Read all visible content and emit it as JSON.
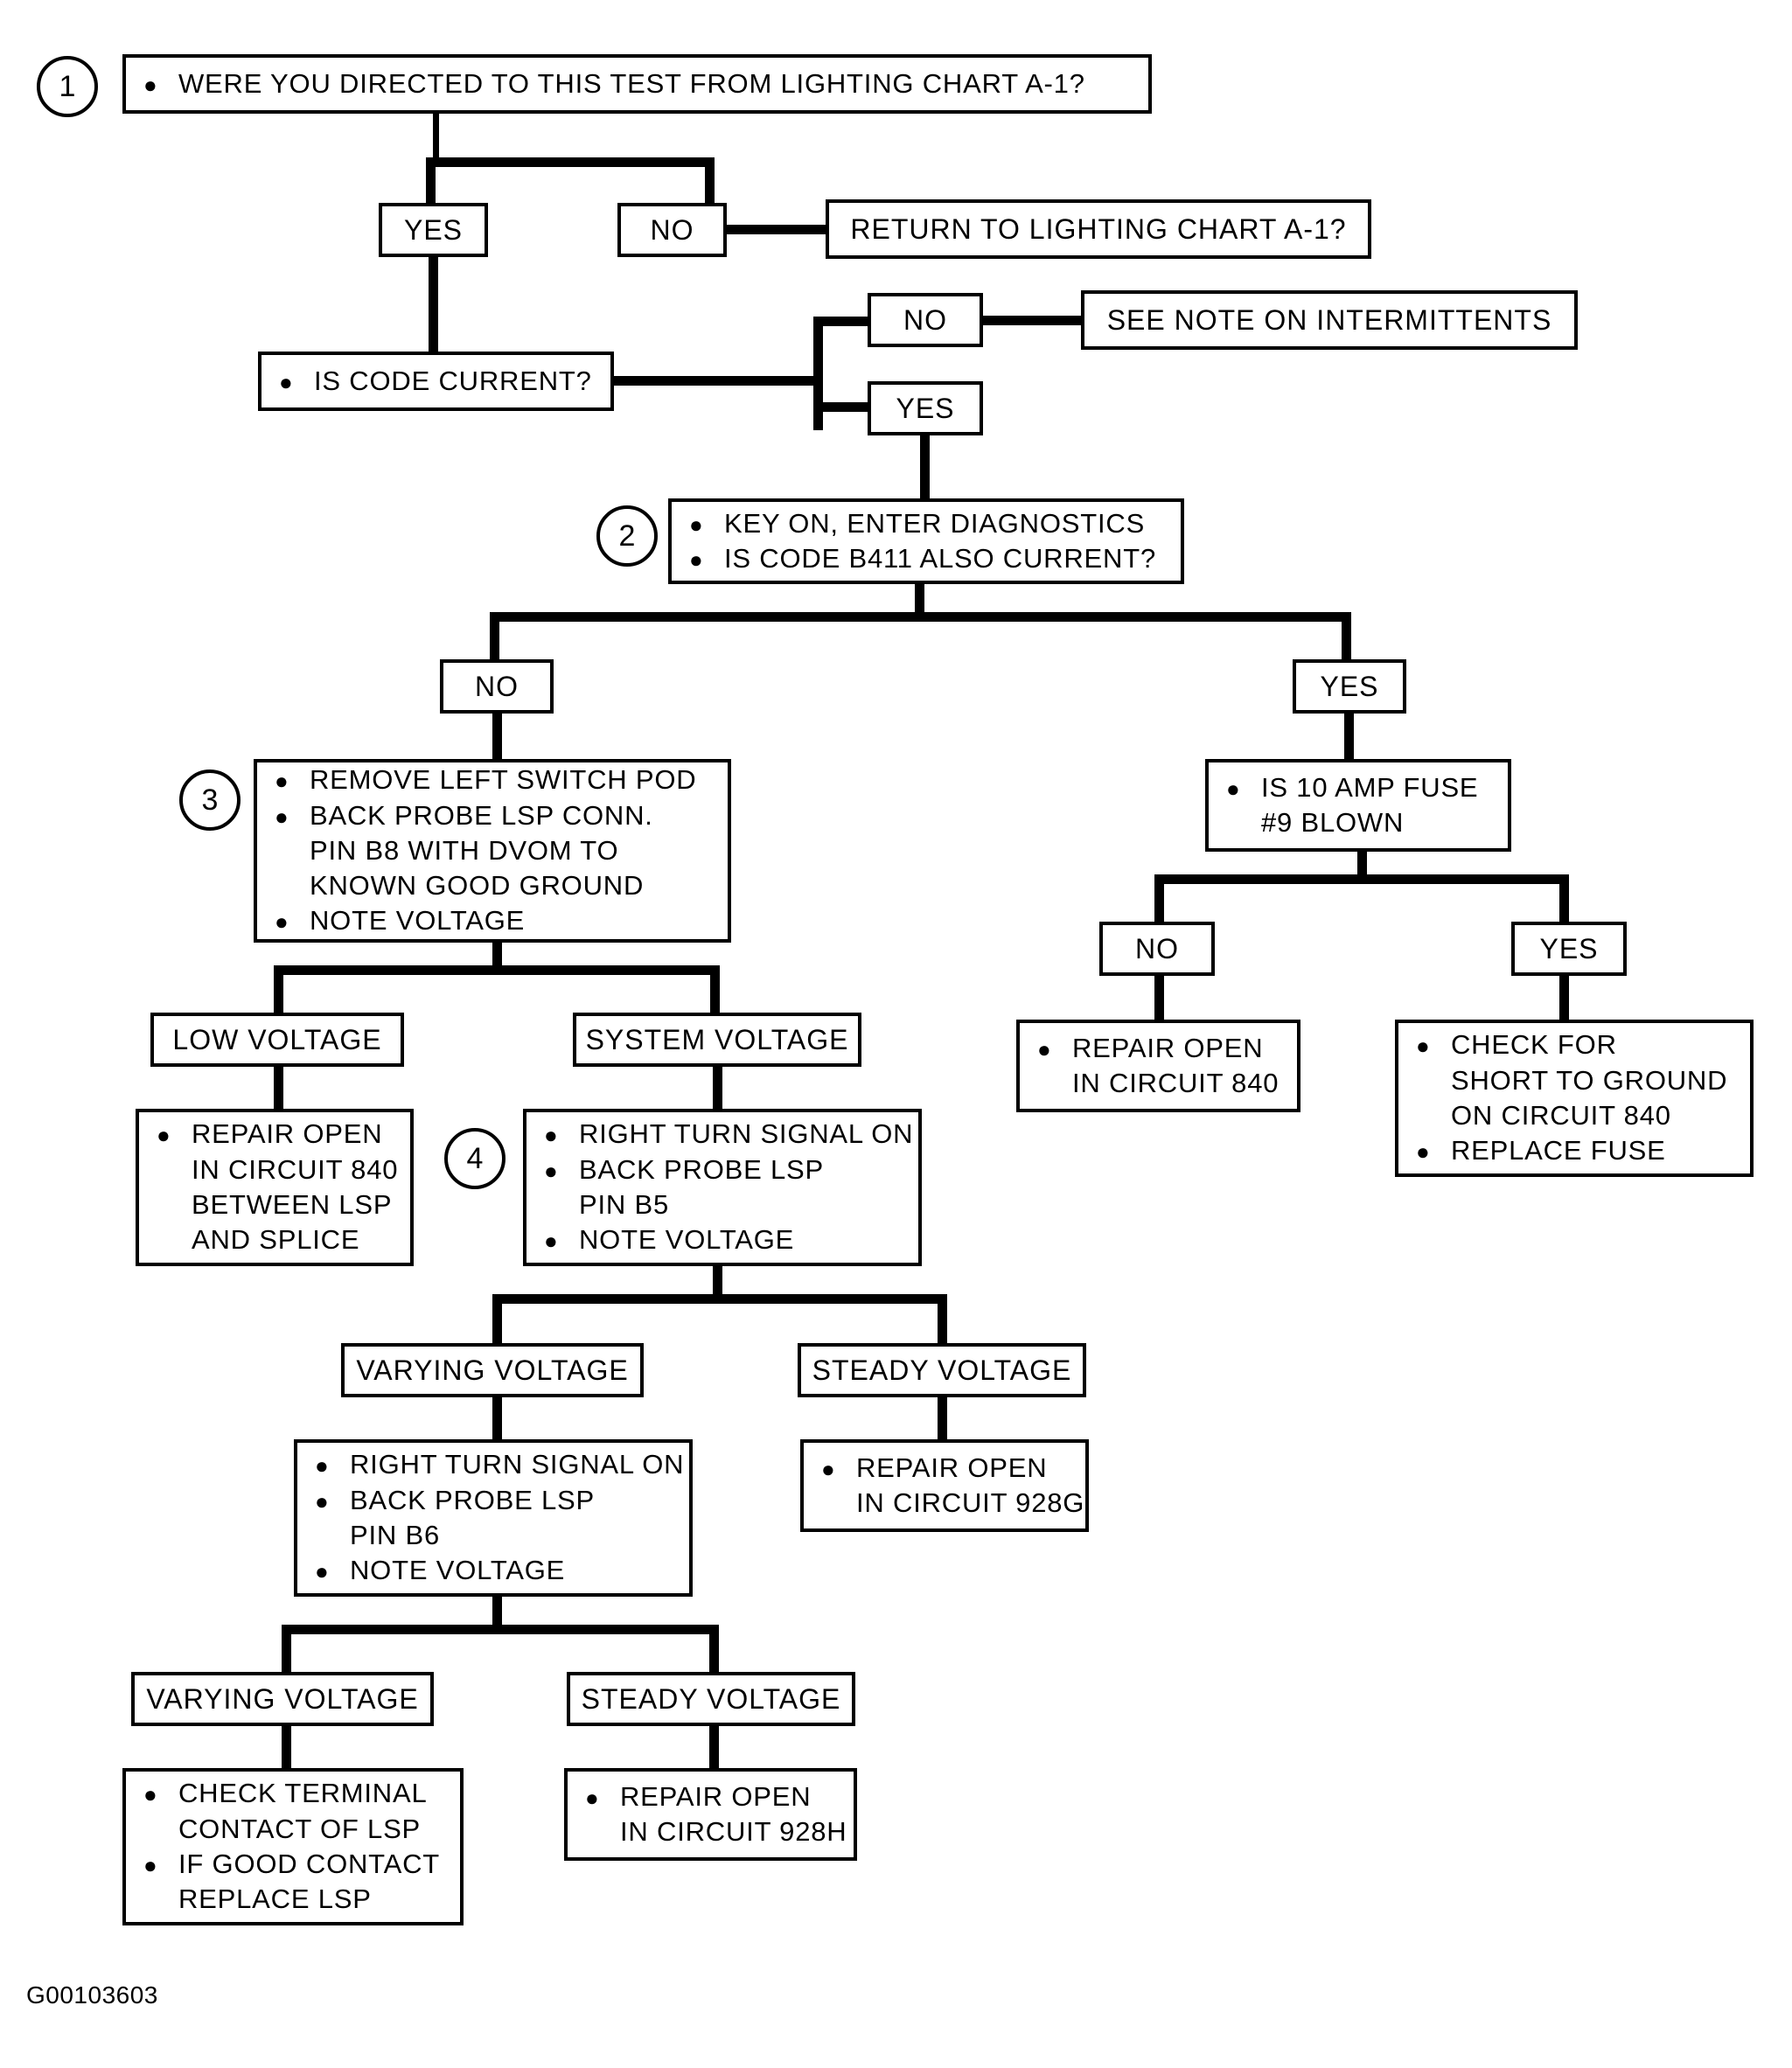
{
  "document": {
    "type": "diagnostic-flowchart",
    "footer_id": "G00103603"
  },
  "steps": {
    "one": "1",
    "two": "2",
    "three": "3",
    "four": "4"
  },
  "nodes": {
    "q1": {
      "bullet": "●",
      "text": "WERE YOU DIRECTED TO THIS TEST FROM LIGHTING CHART A-1?"
    },
    "q1_yes": "YES",
    "q1_no": "NO",
    "return_chart": "RETURN TO LIGHTING CHART A-1?",
    "q_code_current": {
      "bullet": "●",
      "text": "IS CODE CURRENT?"
    },
    "code_no": "NO",
    "code_yes": "YES",
    "see_note": "SEE NOTE ON INTERMITTENTS",
    "step2": {
      "line1_bullet": "●",
      "line1": "KEY ON, ENTER DIAGNOSTICS",
      "line2_bullet": "●",
      "line2": "IS CODE B411 ALSO CURRENT?"
    },
    "step2_no": "NO",
    "step2_yes": "YES",
    "step3": {
      "line1_bullet": "●",
      "line1": "REMOVE LEFT SWITCH POD",
      "line2_bullet": "●",
      "line2": "BACK PROBE LSP CONN.",
      "line3": "PIN B8 WITH DVOM TO",
      "line4": "KNOWN GOOD GROUND",
      "line5_bullet": "●",
      "line5": "NOTE VOLTAGE"
    },
    "fuse_q": {
      "line1_bullet": "●",
      "line1": "IS 10 AMP FUSE",
      "line2": "#9 BLOWN"
    },
    "fuse_no": "NO",
    "fuse_yes": "YES",
    "repair_840": {
      "line1_bullet": "●",
      "line1": "REPAIR OPEN",
      "line2": "IN CIRCUIT 840"
    },
    "short_840": {
      "line1_bullet": "●",
      "line1": "CHECK FOR",
      "line2": "SHORT TO GROUND",
      "line3": "ON CIRCUIT 840",
      "line4_bullet": "●",
      "line4": "REPLACE FUSE"
    },
    "low_voltage": "LOW VOLTAGE",
    "system_voltage": "SYSTEM VOLTAGE",
    "repair_840_splice": {
      "line1_bullet": "●",
      "line1": "REPAIR OPEN",
      "line2": "IN CIRCUIT 840",
      "line3": "BETWEEN LSP",
      "line4": "AND SPLICE"
    },
    "step4": {
      "line1_bullet": "●",
      "line1": "RIGHT TURN SIGNAL ON",
      "line2_bullet": "●",
      "line2": "BACK PROBE LSP",
      "line3": "PIN B5",
      "line4_bullet": "●",
      "line4": "NOTE VOLTAGE"
    },
    "varying_voltage_1": "VARYING VOLTAGE",
    "steady_voltage_1": "STEADY VOLTAGE",
    "probe_b6": {
      "line1_bullet": "●",
      "line1": "RIGHT TURN SIGNAL ON",
      "line2_bullet": "●",
      "line2": "BACK PROBE LSP",
      "line3": "PIN B6",
      "line4_bullet": "●",
      "line4": "NOTE VOLTAGE"
    },
    "repair_928g": {
      "line1_bullet": "●",
      "line1": "REPAIR OPEN",
      "line2": "IN CIRCUIT 928G"
    },
    "varying_voltage_2": "VARYING VOLTAGE",
    "steady_voltage_2": "STEADY VOLTAGE",
    "check_terminal": {
      "line1_bullet": "●",
      "line1": "CHECK TERMINAL",
      "line2": "CONTACT OF LSP",
      "line3_bullet": "●",
      "line3": "IF GOOD CONTACT",
      "line4": "REPLACE LSP"
    },
    "repair_928h": {
      "line1_bullet": "●",
      "line1": "REPAIR OPEN",
      "line2": "IN CIRCUIT 928H"
    }
  },
  "colors": {
    "ink": "#000000",
    "paper": "#ffffff"
  }
}
